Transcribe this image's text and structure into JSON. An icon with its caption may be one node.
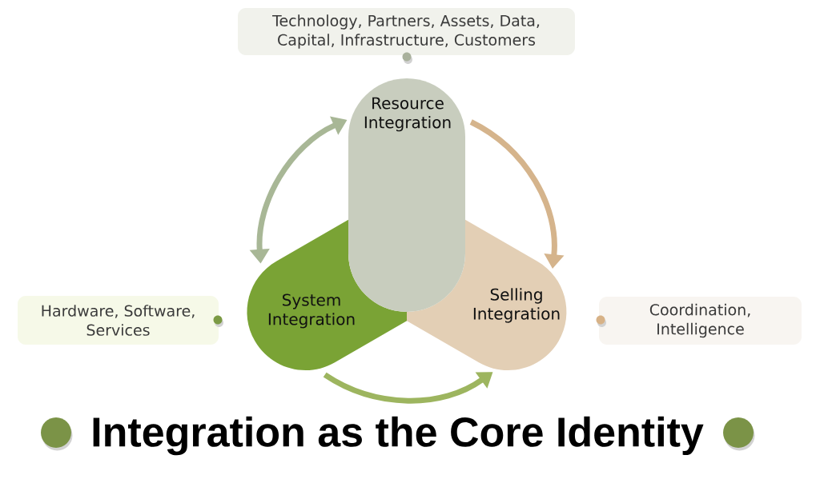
{
  "diagram": {
    "title": "Integration as the Core Identity",
    "nodes": [
      {
        "text": [
          "Technology, Partners, Assets, Data, Capital, Infrastructure, Customers"
        ]
      },
      {
        "text": [
          "Resource Integration"
        ]
      },
      {
        "text": [
          "Hardware, Software, Services"
        ]
      },
      {
        "text": [
          "System Integration"
        ]
      },
      {
        "text": [
          "Selling Integration"
        ]
      },
      {
        "text": [
          "Coordination, Intelligence"
        ]
      }
    ],
    "edges": [
      {
        "from": 3,
        "to": 1,
        "arrow": "both",
        "color": "#a8b796"
      },
      {
        "from": 1,
        "to": 4,
        "arrow": "to",
        "color": "#d5b48c"
      },
      {
        "from": 3,
        "to": 4,
        "arrow": "to",
        "color": "#9db55f"
      }
    ]
  }
}
